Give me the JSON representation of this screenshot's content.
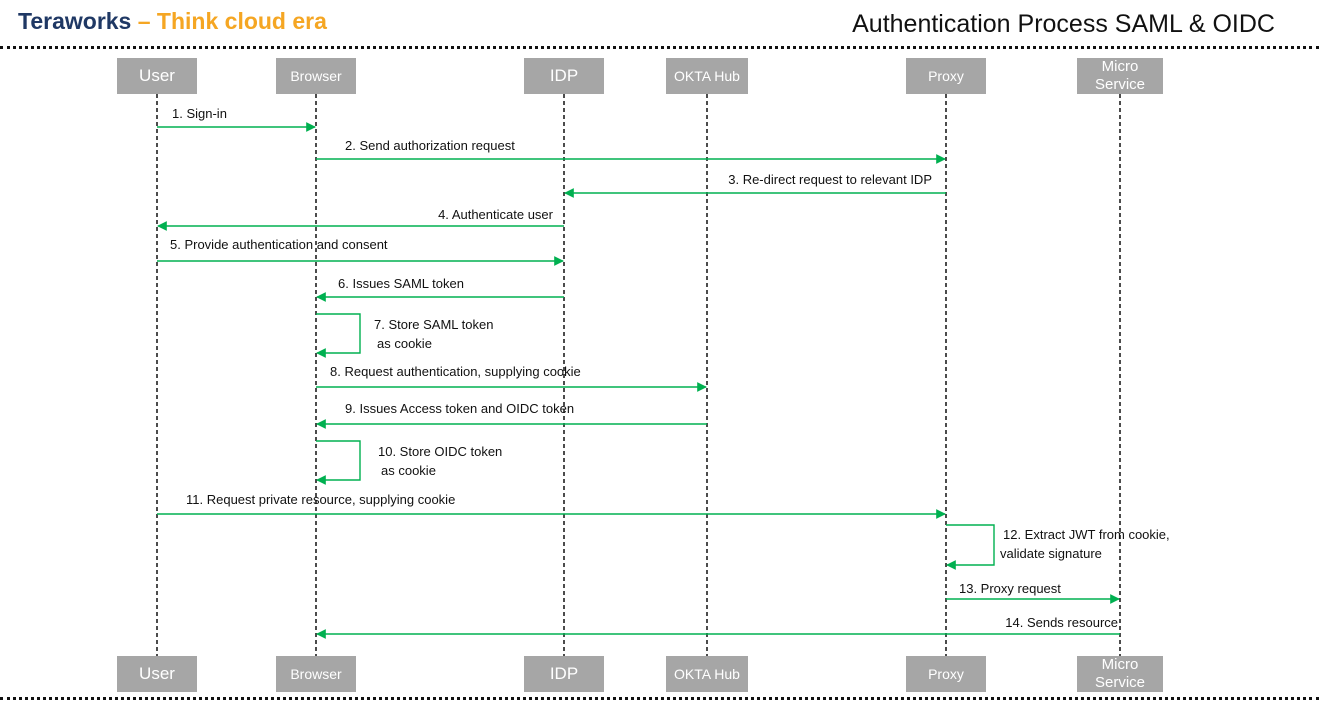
{
  "header": {
    "brand_main": "Teraworks",
    "brand_tagline": " – Think cloud era",
    "title": "Authentication Process SAML & OIDC",
    "brand_color": "#1f3864",
    "tagline_color": "#f5a623"
  },
  "actors": [
    {
      "id": "user",
      "label": "User"
    },
    {
      "id": "browser",
      "label": "Browser"
    },
    {
      "id": "idp",
      "label": "IDP"
    },
    {
      "id": "okta",
      "label": "OKTA Hub"
    },
    {
      "id": "proxy",
      "label": "Proxy"
    },
    {
      "id": "micro",
      "label": "Micro Service"
    }
  ],
  "messages": [
    {
      "from": "user",
      "to": "browser",
      "lines": [
        "1. Sign-in"
      ]
    },
    {
      "from": "browser",
      "to": "proxy",
      "lines": [
        "2. Send authorization request"
      ]
    },
    {
      "from": "proxy",
      "to": "idp",
      "lines": [
        "3. Re-direct request to relevant IDP"
      ]
    },
    {
      "from": "idp",
      "to": "user",
      "lines": [
        "4. Authenticate user"
      ]
    },
    {
      "from": "user",
      "to": "idp",
      "lines": [
        "5. Provide authentication and consent"
      ]
    },
    {
      "from": "idp",
      "to": "browser",
      "lines": [
        "6. Issues SAML token"
      ]
    },
    {
      "from": "browser",
      "to": "browser",
      "lines": [
        "7. Store SAML token",
        "as cookie"
      ]
    },
    {
      "from": "browser",
      "to": "okta",
      "lines": [
        "8. Request authentication, supplying cookie"
      ]
    },
    {
      "from": "okta",
      "to": "browser",
      "lines": [
        "9. Issues Access token and OIDC token"
      ]
    },
    {
      "from": "browser",
      "to": "browser",
      "lines": [
        "10. Store OIDC token",
        "as cookie"
      ]
    },
    {
      "from": "user",
      "to": "proxy",
      "lines": [
        "11. Request private resource, supplying cookie"
      ]
    },
    {
      "from": "proxy",
      "to": "proxy",
      "lines": [
        "12. Extract JWT from cookie,",
        "validate signature"
      ]
    },
    {
      "from": "proxy",
      "to": "micro",
      "lines": [
        "13. Proxy request"
      ]
    },
    {
      "from": "micro",
      "to": "browser",
      "lines": [
        "14. Sends resource"
      ]
    }
  ],
  "colors": {
    "arrow": "#00b050",
    "actor_box": "#a6a6a6",
    "actor_text": "#ffffff",
    "lifeline": "#000000"
  }
}
